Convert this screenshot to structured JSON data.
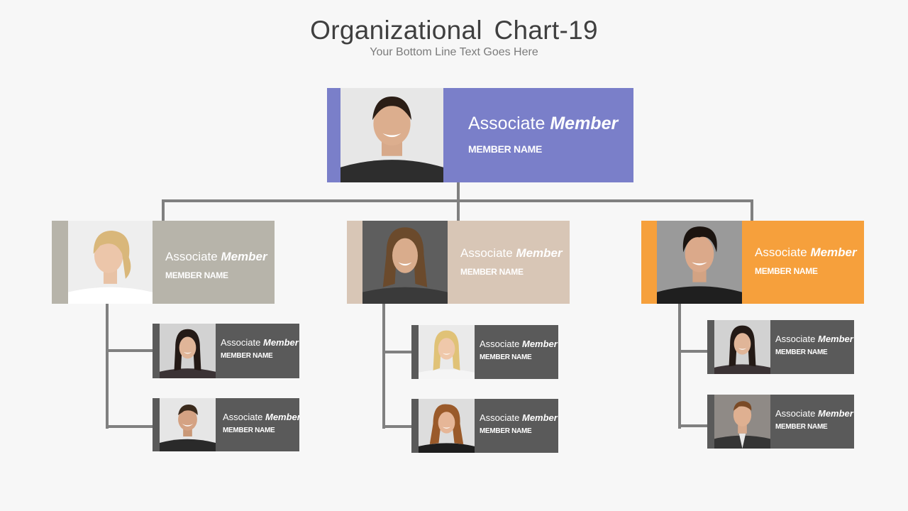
{
  "header": {
    "title": "Organizational Chart-19",
    "subtitle": "Your Bottom Line Text Goes Here"
  },
  "colors": {
    "top": "#7a7fc9",
    "left": "#b7b4aa",
    "center": "#d8c6b6",
    "right": "#f6a03c",
    "child": "#5a5a5a",
    "connector": "#808080"
  },
  "nodes": {
    "top": {
      "role": "Associate ",
      "role_em": "Member",
      "name": "MEMBER NAME"
    },
    "left": {
      "role": "Associate ",
      "role_em": "Member",
      "name": "MEMBER NAME"
    },
    "center": {
      "role": "Associate ",
      "role_em": "Member",
      "name": "MEMBER NAME"
    },
    "right": {
      "role": "Associate ",
      "role_em": "Member",
      "name": "MEMBER NAME"
    },
    "left_c1": {
      "role": "Associate ",
      "role_em": "Member",
      "name": "MEMBER NAME"
    },
    "left_c2": {
      "role": "Associate ",
      "role_em": "Member",
      "name": "MEMBER NAME"
    },
    "center_c1": {
      "role": "Associate ",
      "role_em": "Member",
      "name": "MEMBER NAME"
    },
    "center_c2": {
      "role": "Associate ",
      "role_em": "Member",
      "name": "MEMBER NAME"
    },
    "right_c1": {
      "role": "Associate ",
      "role_em": "Member",
      "name": "MEMBER NAME"
    },
    "right_c2": {
      "role": "Associate ",
      "role_em": "Member",
      "name": "MEMBER NAME"
    }
  }
}
